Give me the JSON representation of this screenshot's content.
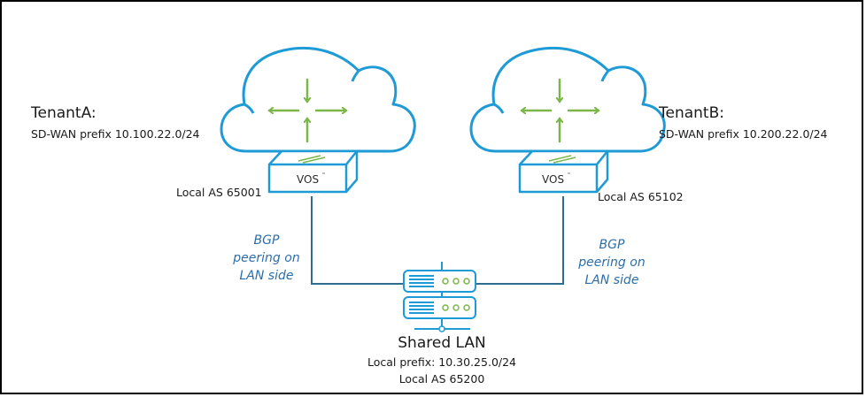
{
  "tenant_a": {
    "title": "TenantA:",
    "prefix": "SD-WAN prefix 10.100.22.0/24",
    "local_as": "Local AS 65001",
    "device_label": "VOS",
    "device_tm": "™"
  },
  "tenant_b": {
    "title": "TenantB:",
    "prefix": "SD-WAN prefix 10.200.22.0/24",
    "local_as": "Local AS 65102",
    "device_label": "VOS",
    "device_tm": "™"
  },
  "bgp_left": {
    "line1": "BGP",
    "line2": "peering on",
    "line3": "LAN side"
  },
  "bgp_right": {
    "line1": "BGP",
    "line2": "peering on",
    "line3": "LAN side"
  },
  "shared_lan": {
    "title": "Shared LAN",
    "prefix": "Local prefix: 10.30.25.0/24",
    "local_as": "Local AS 65200"
  },
  "colors": {
    "cloud_stroke": "#1e9ad6",
    "arrow_green": "#7ab648",
    "link_line": "#2d6b8f",
    "bgp_text": "#2e6ea6"
  }
}
